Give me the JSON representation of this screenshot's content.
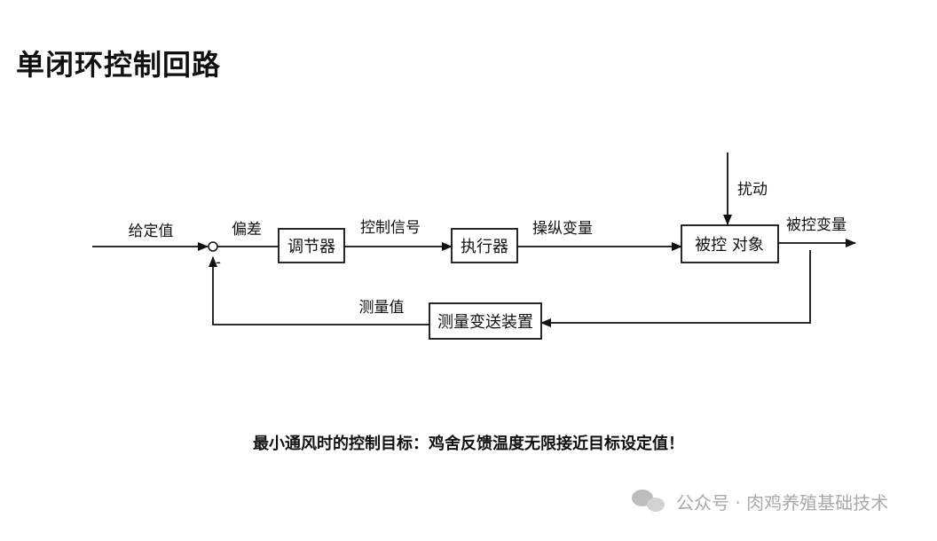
{
  "title": "单闭环控制回路",
  "diagram": {
    "blocks": {
      "controller": "调节器",
      "actuator": "执行器",
      "plant": "被控 对象",
      "sensor": "测量变送装置"
    },
    "signals": {
      "setpoint": "给定值",
      "error": "偏差",
      "control_signal": "控制信号",
      "manipulated_variable": "操纵变量",
      "disturbance": "扰动",
      "controlled_variable": "被控变量",
      "measured_value": "测量值",
      "minus_sign": "-"
    }
  },
  "caption": "最小通风时的控制目标：鸡舍反馈温度无限接近目标设定值！",
  "watermark": {
    "text": "公众号 · 肉鸡养殖基础技术",
    "icon": "wechat-icon"
  }
}
